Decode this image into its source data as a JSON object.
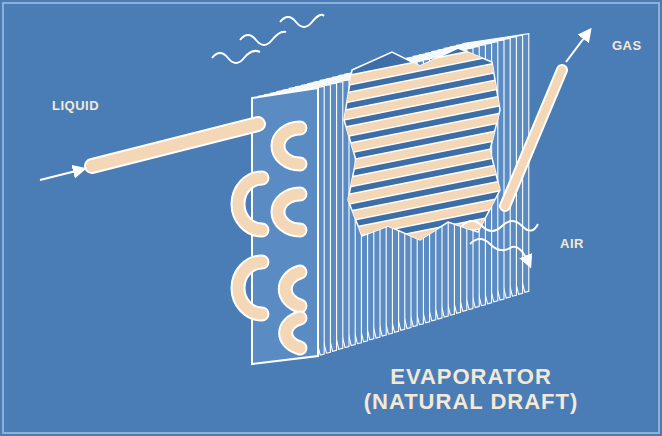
{
  "diagram": {
    "title": "EVAPORATOR (NATURAL DRAFT)",
    "labels": [
      "LIQUID",
      "GAS",
      "AIR"
    ]
  }
}
